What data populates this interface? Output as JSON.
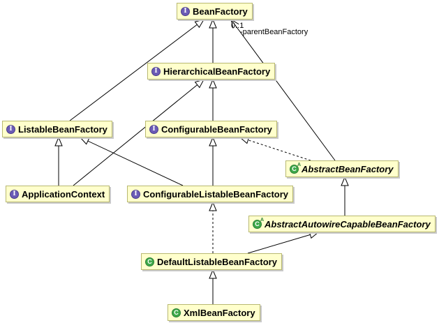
{
  "nodes": {
    "bean_factory": {
      "label": "BeanFactory",
      "kind": "interface",
      "badge": "I"
    },
    "hierarchical_bean_factory": {
      "label": "HierarchicalBeanFactory",
      "kind": "interface",
      "badge": "I"
    },
    "listable_bean_factory": {
      "label": "ListableBeanFactory",
      "kind": "interface",
      "badge": "I"
    },
    "configurable_bean_factory": {
      "label": "ConfigurableBeanFactory",
      "kind": "interface",
      "badge": "I"
    },
    "abstract_bean_factory": {
      "label": "AbstractBeanFactory",
      "kind": "abstract-class",
      "badge": "C",
      "badge_sup": "A"
    },
    "application_context": {
      "label": "ApplicationContext",
      "kind": "interface",
      "badge": "I"
    },
    "configurable_listable_bean_factory": {
      "label": "ConfigurableListableBeanFactory",
      "kind": "interface",
      "badge": "I"
    },
    "abstract_autowire_capable_bean_factory": {
      "label": "AbstractAutowireCapableBeanFactory",
      "kind": "abstract-class",
      "badge": "C",
      "badge_sup": "A"
    },
    "default_listable_bean_factory": {
      "label": "DefaultListableBeanFactory",
      "kind": "class",
      "badge": "C"
    },
    "xml_bean_factory": {
      "label": "XmlBeanFactory",
      "kind": "class",
      "badge": "C"
    }
  },
  "association": {
    "multiplicity": "0..1",
    "role": "-parentBeanFactory"
  },
  "edges": [
    {
      "from": "hierarchical_bean_factory",
      "to": "bean_factory",
      "type": "extends"
    },
    {
      "from": "listable_bean_factory",
      "to": "bean_factory",
      "type": "extends"
    },
    {
      "from": "configurable_bean_factory",
      "to": "hierarchical_bean_factory",
      "type": "extends"
    },
    {
      "from": "application_context",
      "to": "listable_bean_factory",
      "type": "extends"
    },
    {
      "from": "application_context",
      "to": "hierarchical_bean_factory",
      "type": "extends"
    },
    {
      "from": "configurable_listable_bean_factory",
      "to": "listable_bean_factory",
      "type": "extends"
    },
    {
      "from": "configurable_listable_bean_factory",
      "to": "configurable_bean_factory",
      "type": "extends"
    },
    {
      "from": "abstract_bean_factory",
      "to": "configurable_bean_factory",
      "type": "implements"
    },
    {
      "from": "abstract_bean_factory",
      "to": "bean_factory",
      "type": "association"
    },
    {
      "from": "abstract_autowire_capable_bean_factory",
      "to": "abstract_bean_factory",
      "type": "extends"
    },
    {
      "from": "default_listable_bean_factory",
      "to": "abstract_autowire_capable_bean_factory",
      "type": "extends"
    },
    {
      "from": "default_listable_bean_factory",
      "to": "configurable_listable_bean_factory",
      "type": "implements"
    },
    {
      "from": "xml_bean_factory",
      "to": "default_listable_bean_factory",
      "type": "extends"
    }
  ],
  "colors": {
    "node_fill": "#ffffcc",
    "node_border": "#b8b870",
    "interface_badge": "#6b5bb6",
    "class_badge": "#3fa94a",
    "line": "#000000"
  }
}
